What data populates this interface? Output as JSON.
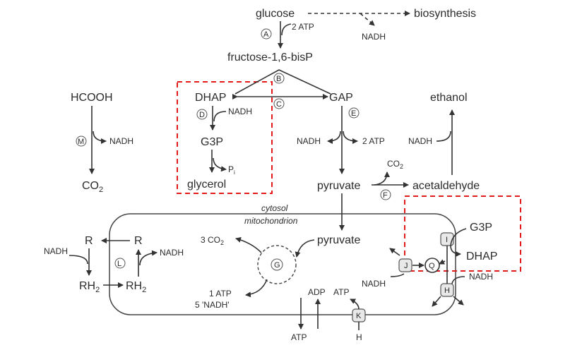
{
  "colors": {
    "line": "#333333",
    "highlight": "#e41b1b",
    "transporter": "#e8e8e8"
  },
  "metabolites": {
    "glucose": "glucose",
    "biosynthesis": "biosynthesis",
    "fbp": "fructose-1,6-bisP",
    "dhap": "DHAP",
    "gap": "GAP",
    "g3p": "G3P",
    "glycerol": "glycerol",
    "hcooh": "HCOOH",
    "co2": "CO",
    "co2_sub": "2",
    "pyruvate": "pyruvate",
    "acetaldehyde": "acetaldehyde",
    "ethanol": "ethanol",
    "mito_pyruvate": "pyruvate",
    "mito_g3p": "G3P",
    "mito_dhap": "DHAP",
    "r_out": "R",
    "r_in": "R",
    "rh2_out": "RH",
    "rh2_in": "RH",
    "rh2_sub": "2",
    "pi": "P",
    "pi_sub": "i"
  },
  "cofactors": {
    "atp_a": "2 ATP",
    "nadh_bio": "NADH",
    "nadh_d": "NADH",
    "nadh_m": "NADH",
    "nadh_e": "NADH",
    "atp_e": "2 ATP",
    "co2_f": "CO",
    "co2_f_sub": "2",
    "nadh_eth": "NADH",
    "nadh_l_out": "NADH",
    "nadh_l_in": "NADH",
    "co2_g": "3 CO",
    "co2_g_sub": "2",
    "atp_g": "1 ATP",
    "nadh_g": "5 'NADH'",
    "nadh_j": "NADH",
    "nadh_h": "NADH",
    "adp": "ADP",
    "atp_k_in": "ATP",
    "atp_k_out": "ATP",
    "h_k": "H"
  },
  "compartments": {
    "cytosol": "cytosol",
    "mitochondrion": "mitochondrion"
  },
  "enzymes": {
    "A": "A",
    "B": "B",
    "C": "C",
    "D": "D",
    "E": "E",
    "F": "F",
    "G": "G",
    "H": "H",
    "I": "I",
    "J": "J",
    "K": "K",
    "L": "L",
    "M": "M",
    "Q": "Q"
  }
}
